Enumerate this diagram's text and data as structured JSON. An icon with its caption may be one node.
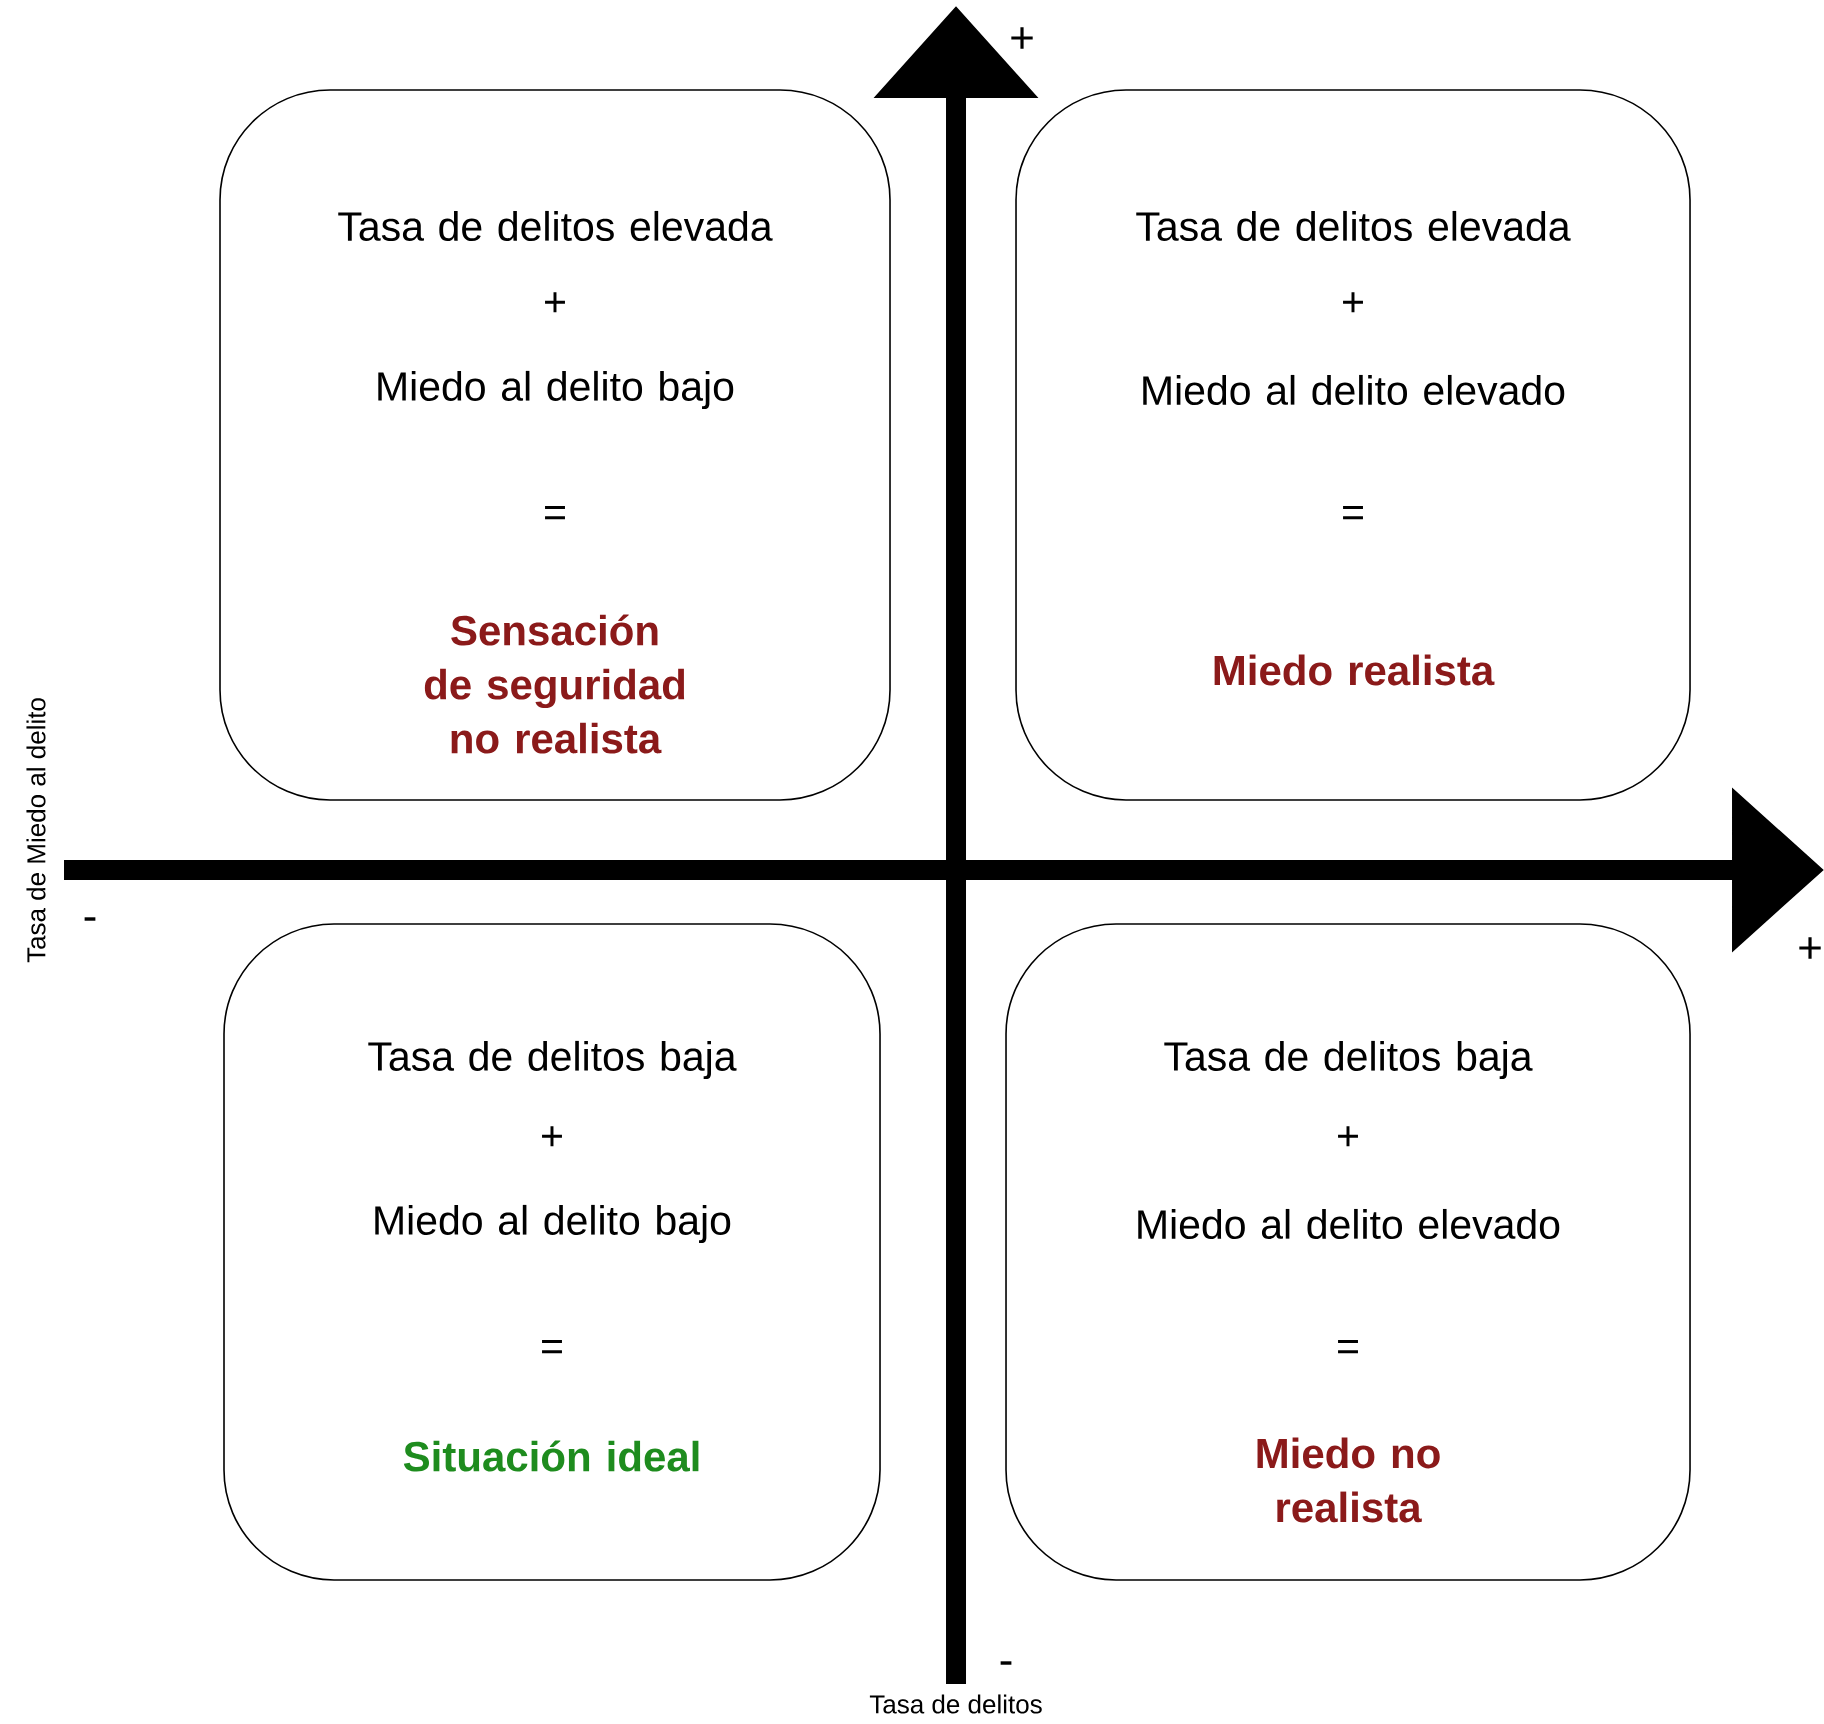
{
  "diagram": {
    "nodes": [
      {
        "text": [
          "Tasa de delitos elevada",
          "+",
          "Miedo al delito bajo",
          "=",
          "Sensación de seguridad no realista"
        ]
      },
      {
        "text": [
          "Tasa de delitos elevada",
          "+",
          "Miedo al delito elevado",
          "=",
          "Miedo realista"
        ]
      },
      {
        "text": [
          "Tasa de delitos baja",
          "+",
          "Miedo al delito bajo",
          "=",
          "Situación ideal"
        ]
      },
      {
        "text": [
          "Tasa de delitos baja",
          "+",
          "Miedo al delito elevado",
          "=",
          "Miedo no realista"
        ]
      }
    ],
    "labels": [
      "+",
      "Tasa de Miedo al delito",
      "-",
      "+",
      "-",
      "Tasa de delitos"
    ]
  }
}
